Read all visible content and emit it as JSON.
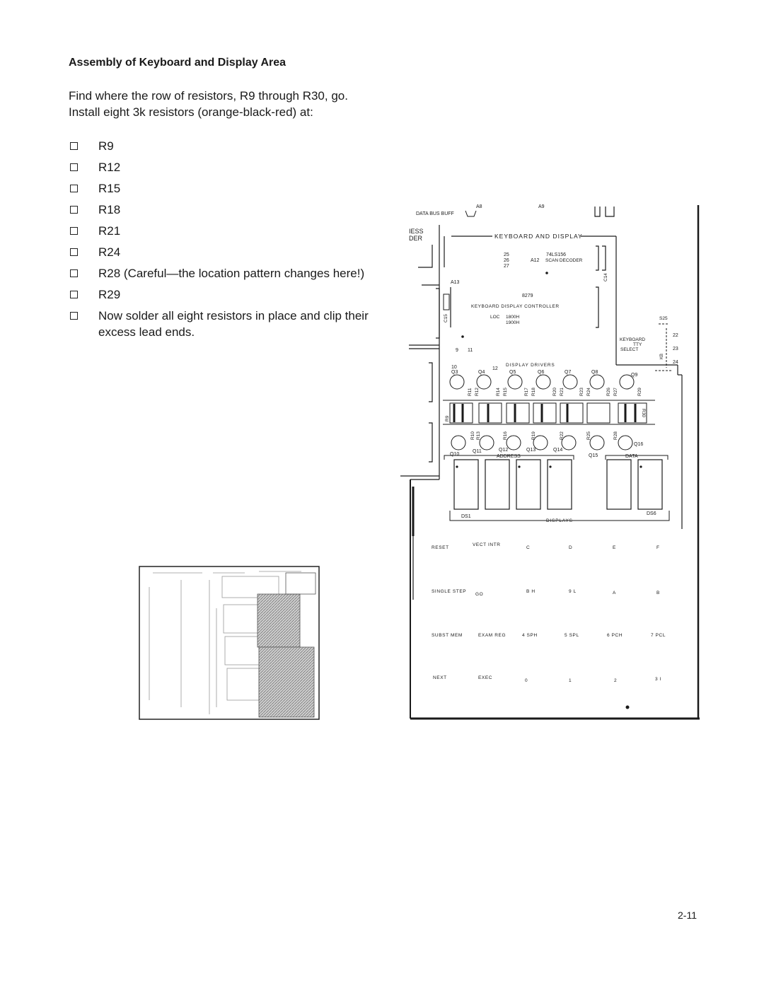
{
  "heading": "Assembly of Keyboard and Display Area",
  "intro": "Find where the row of resistors, R9 through R30, go. Install eight 3k resistors (orange-black-red) at:",
  "checklist": [
    "R9",
    "R12",
    "R15",
    "R18",
    "R21",
    "R24",
    "R28 (Careful—the location pattern changes here!)",
    "R29",
    "Now solder all eight resistors in place and clip their excess lead ends."
  ],
  "page_number": "2-11",
  "board": {
    "top_labels": {
      "data_bus_buff": "DATA BUS BUFF",
      "a8": "A8",
      "a9": "A9"
    },
    "left_edge": [
      "IESS",
      "DER"
    ],
    "section_title": "KEYBOARD AND DISPLAY",
    "scan_decoder": {
      "part": "74LS156",
      "label": "A12",
      "name": "SCAN DECODER",
      "pins": [
        "25",
        "26",
        "27"
      ],
      "cap": "C14"
    },
    "controller": {
      "ref": "A13",
      "part": "8279",
      "name": "KEYBOARD DISPLAY CONTROLLER",
      "loc_label": "LOC",
      "loc_values": [
        "1800H",
        "1900H"
      ],
      "cap": "C15"
    },
    "switch": {
      "ref": "S25",
      "label_1": "KEYBOARD",
      "label_2": "SELECT",
      "label_3": "TTY",
      "kb": "KB",
      "pins": [
        "22",
        "23",
        "24"
      ]
    },
    "pin_marks": {
      "p9": "9",
      "p10": "10",
      "p11": "11",
      "p12": "12"
    },
    "display_drivers": "DISPLAY DRIVERS",
    "upper_transistors": [
      "Q3",
      "Q4",
      "Q5",
      "Q6",
      "Q7",
      "Q8",
      "Q9"
    ],
    "upper_resistors": [
      "R11",
      "R12",
      "R14",
      "R15",
      "R17",
      "R18",
      "R20",
      "R21",
      "R23",
      "R24",
      "R26",
      "R27",
      "R29"
    ],
    "r9": "R9",
    "r30": "R30",
    "lower_resistors": [
      "R10",
      "R13",
      "R16",
      "R19",
      "R22",
      "R25",
      "R28"
    ],
    "lower_transistors": [
      "Q10",
      "Q11",
      "Q12",
      "Q13",
      "Q14",
      "Q15",
      "Q16"
    ],
    "address": "ADDRESS",
    "data": "DATA",
    "ds1": "DS1",
    "ds6": "DS6",
    "displays": "DISPLAYS",
    "keys": [
      [
        "RESET",
        "VECT INTR",
        "C",
        "D",
        "E",
        "F"
      ],
      [
        "SINGLE STEP",
        "GO",
        "B H",
        "9 L",
        "A",
        "B"
      ],
      [
        "SUBST MEM",
        "EXAM REG",
        "4 SPH",
        "5 SPL",
        "6 PCH",
        "7 PCL"
      ],
      [
        "NEXT",
        "EXEC",
        "0",
        "1",
        "2",
        "3 I"
      ]
    ]
  }
}
